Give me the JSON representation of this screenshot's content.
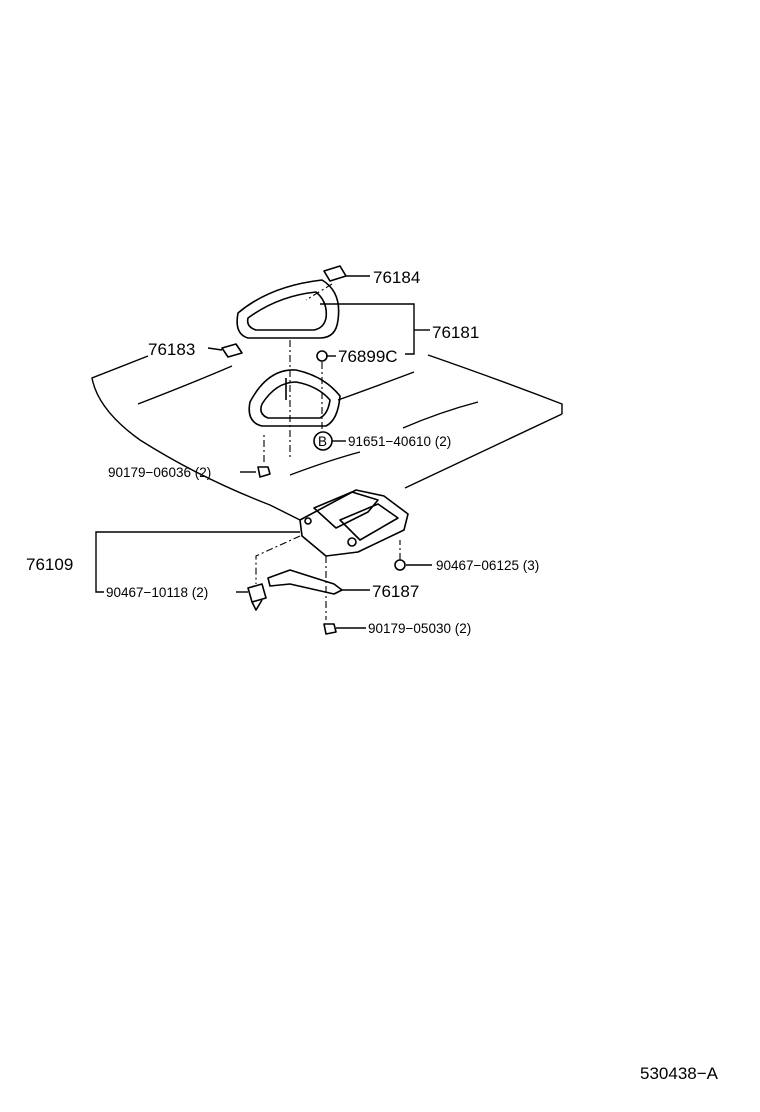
{
  "callouts": {
    "p76184": "76184",
    "p76181": "76181",
    "p76183": "76183",
    "p76899c": "76899C",
    "p91651": "91651−40610 (2)",
    "p91651_mark": "B",
    "p90179_06036": "90179−06036 (2)",
    "p76109": "76109",
    "p90467_06125": "90467−06125 (3)",
    "p90467_10118": "90467−10118 (2)",
    "p76187": "76187",
    "p90179_05030": "90179−05030 (2)"
  },
  "footer": {
    "drawing_code": "530438−A"
  }
}
